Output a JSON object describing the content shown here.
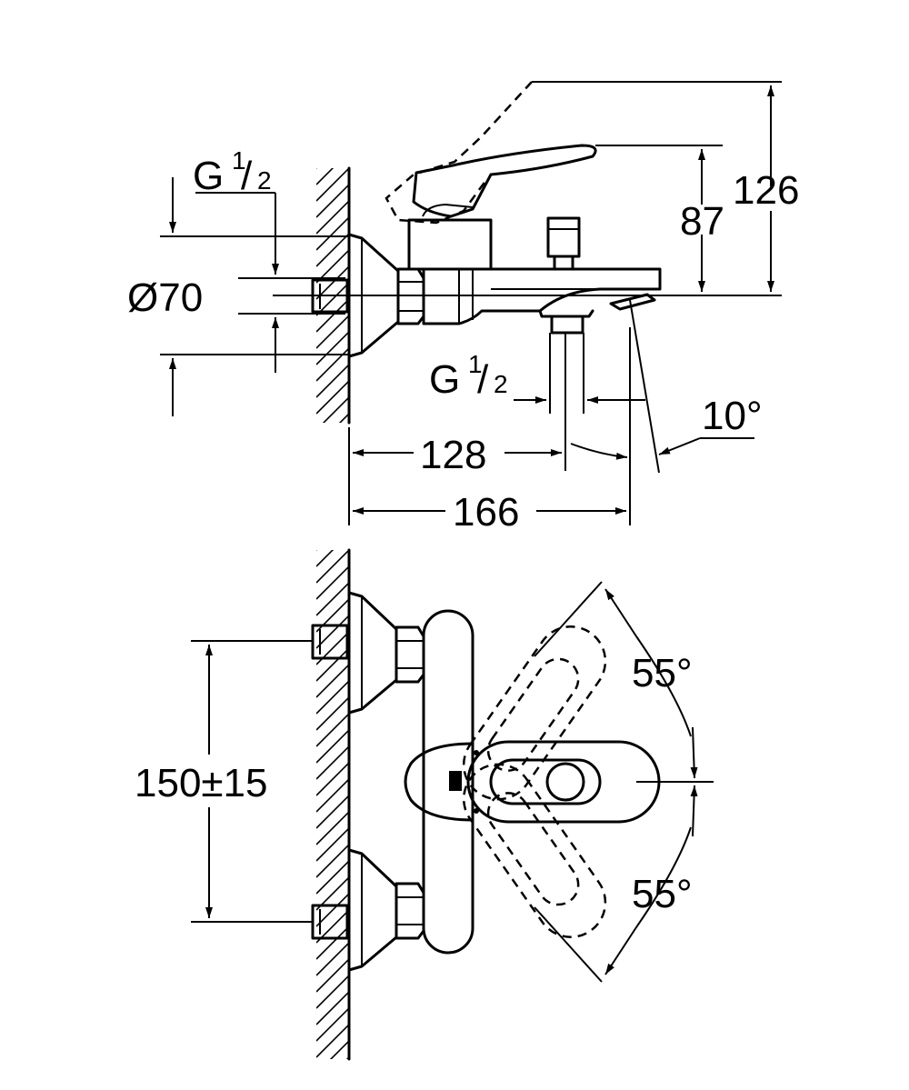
{
  "side_view": {
    "thread_left": {
      "base": "G",
      "num": "1",
      "den": "2"
    },
    "diameter": "Ø70",
    "thread_bottom": {
      "base": "G",
      "num": "1",
      "den": "2"
    },
    "height_outer": "126",
    "height_inner": "87",
    "depth_spout": "128",
    "depth_total": "166",
    "angle_spout": "10°"
  },
  "front_view": {
    "spacing": "150±15",
    "angle_up": "55°",
    "angle_down": "55°"
  }
}
